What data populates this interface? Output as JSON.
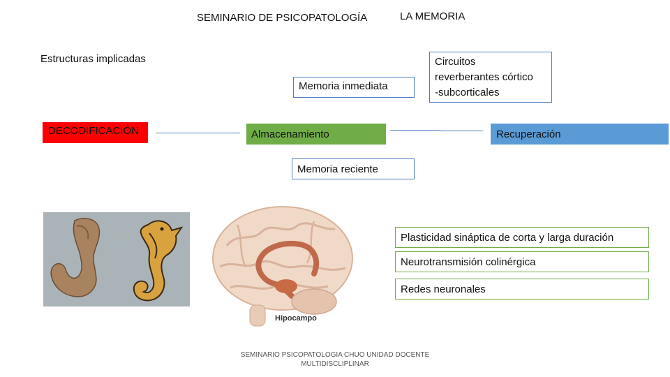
{
  "header": {
    "seminar": "SEMINARIO DE PSICOPATOLOGÍA",
    "topic": "LA MEMORIA"
  },
  "labels": {
    "structures": "Estructuras implicadas",
    "immediate_memory": "Memoria inmediata",
    "circuits": [
      "Circuitos",
      "reverberantes córtico",
      "-subcorticales"
    ],
    "decoding": "DECODIFICACIÓN",
    "storage": "Almacenamiento",
    "retrieval": "Recuperación",
    "recent_memory": "Memoria reciente",
    "plasticity": "Plasticidad sináptica de corta y larga duración",
    "cholinergic": "Neurotransmisión colinérgica",
    "networks": "Redes neuronales",
    "hippocampus_caption": "Hipocampo"
  },
  "footer": [
    "SEMINARIO PSICOPATOLOGIA CHUO UNIDAD DOCENTE",
    "MULTIDISCLIPLINAR"
  ],
  "colors": {
    "decoding_bg": "#ff0000",
    "storage_bg": "#70ad47",
    "retrieval_bg": "#5b9bd5",
    "box_border_blue": "#4f7cc0",
    "box_border_green": "#70ad47"
  },
  "images": [
    "hippocampus-vs-seahorse-photo",
    "brain-hippocampus-illustration"
  ]
}
